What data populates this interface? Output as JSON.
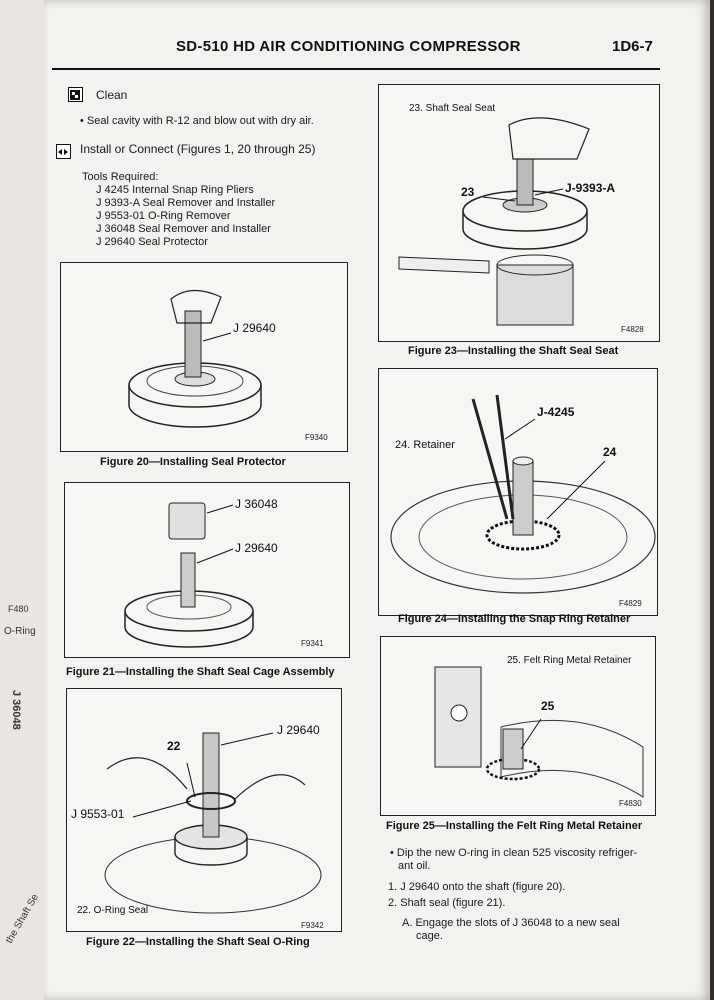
{
  "header": {
    "title": "SD-510 HD AIR CONDITIONING COMPRESSOR",
    "page_number": "1D6-7"
  },
  "clean": {
    "heading": "Clean",
    "bullet": "Seal cavity with R-12 and blow out with dry air."
  },
  "install": {
    "heading": "Install or Connect (Figures 1, 20 through 25)",
    "tools_heading": "Tools Required:",
    "tools": [
      "J 4245 Internal Snap Ring Pliers",
      "J 9393-A Seal Remover and Installer",
      "J 9553-01 O-Ring Remover",
      "J 36048 Seal Remover and Installer",
      "J 29640 Seal Protector"
    ]
  },
  "figures": {
    "fig20": {
      "caption": "Figure 20—Installing Seal Protector",
      "label1": "J 29640",
      "code": "F9340"
    },
    "fig21": {
      "caption": "Figure 21—Installing the Shaft Seal Cage Assembly",
      "label1": "J 36048",
      "label2": "J 29640",
      "code": "F9341"
    },
    "fig22": {
      "caption": "Figure 22—Installing the Shaft Seal O-Ring",
      "label1": "J 29640",
      "label2": "22",
      "label3": "J 9553-01",
      "inner": "22. O-Ring Seal",
      "code": "F9342"
    },
    "fig23": {
      "caption": "Figure 23—Installing the Shaft Seal Seat",
      "inner": "23. Shaft Seal Seat",
      "label1": "23",
      "label2": "J-9393-A",
      "code": "F4828"
    },
    "fig24": {
      "caption": "Figure 24—Installing the Snap Ring Retainer",
      "inner": "24. Retainer",
      "label1": "J-4245",
      "label2": "24",
      "code": "F4829"
    },
    "fig25": {
      "caption": "Figure 25—Installing the Felt Ring Metal Retainer",
      "inner": "25. Felt Ring Metal Retainer",
      "label1": "25",
      "code": "F4830"
    }
  },
  "steps": {
    "bullet": "Dip the new O-ring in clean 525 viscosity refriger-",
    "bullet_cont": "ant oil.",
    "item1": "1. J 29640 onto the shaft (figure 20).",
    "item2": "2. Shaft seal (figure 21).",
    "item2a": "A. Engage the slots of J 36048 to a new seal",
    "item2a_cont": "cage."
  },
  "left_page": {
    "label1": "F480",
    "label2": "O-Ring",
    "label3": "J 36048",
    "label4": "the Shaft Se"
  },
  "colors": {
    "paper": "#f4f2ee",
    "ink": "#111111",
    "background": "#2f2f2f"
  }
}
